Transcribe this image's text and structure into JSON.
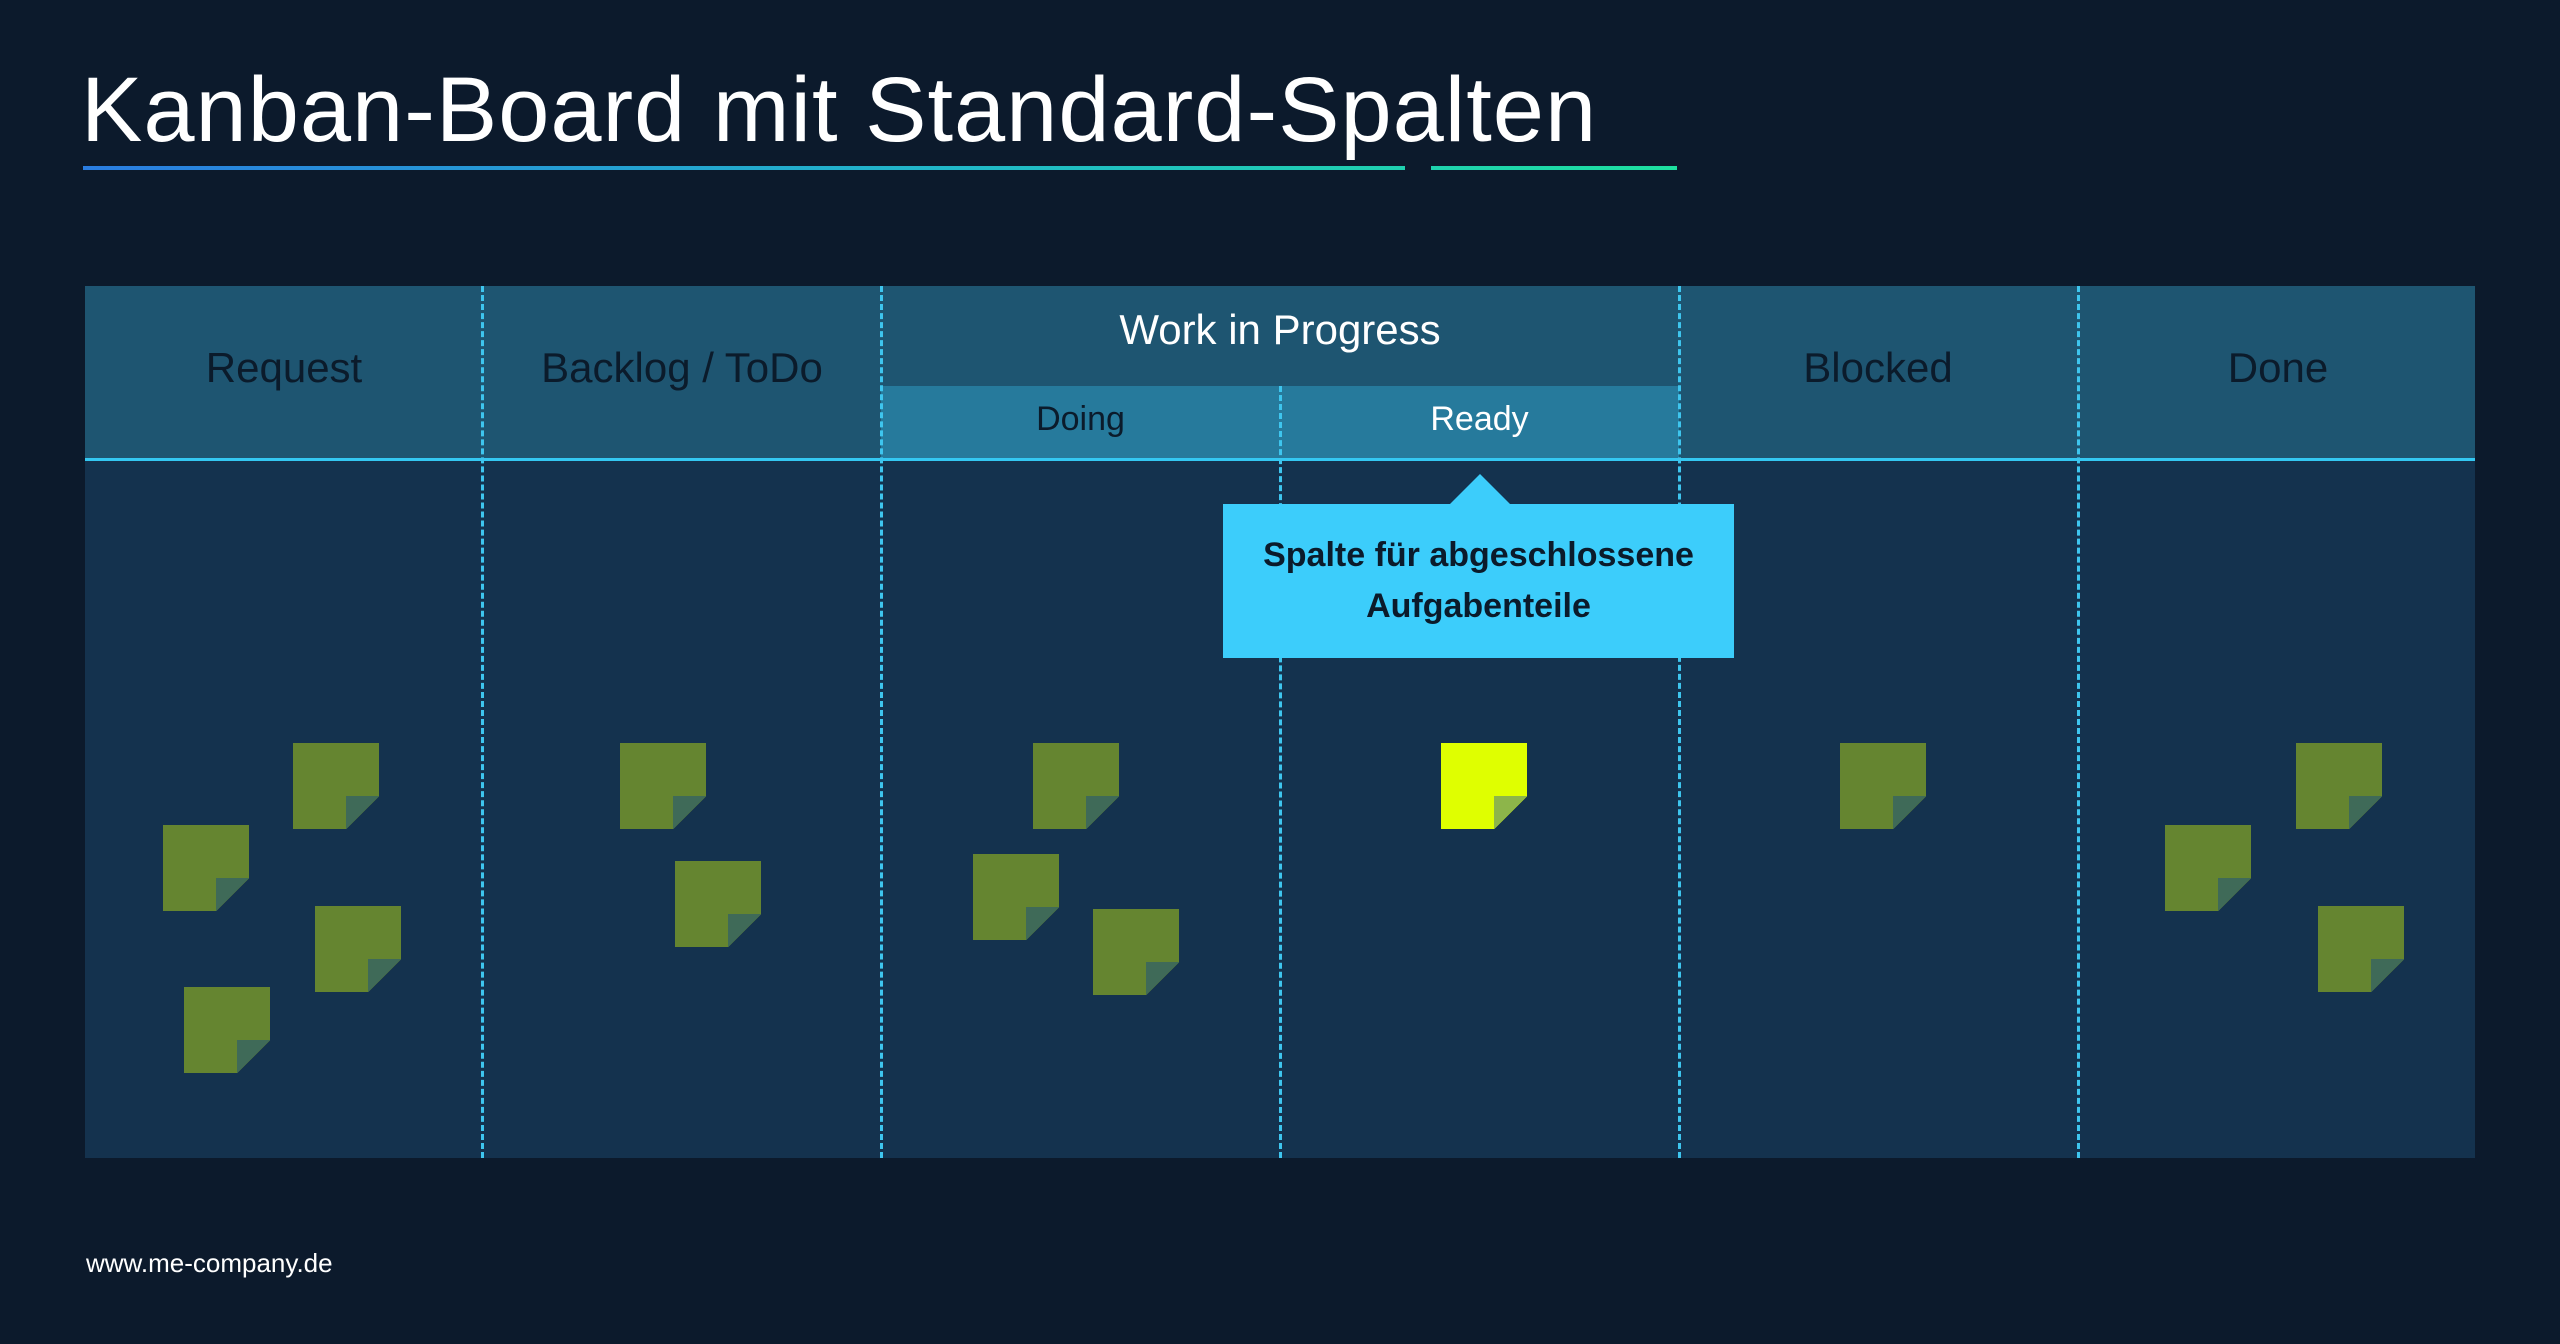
{
  "title": "Kanban-Board mit Standard-Spalten",
  "board": {
    "columns": [
      "Request",
      "Backlog / ToDo",
      "Blocked",
      "Done"
    ],
    "wip_group": {
      "label": "Work in Progress",
      "subcolumns": [
        "Doing",
        "Ready"
      ]
    }
  },
  "callout": {
    "line1": "Spalte für abgeschlossene",
    "line2": "Aufgabenteile"
  },
  "colors": {
    "background": "#0c1a2c",
    "board": "#14324e",
    "header": "#1e5571",
    "subheader": "#267a9c",
    "accent": "#3ccdfb",
    "note": "#658530",
    "note_highlight": "#dfff00"
  },
  "cards": {
    "request": 4,
    "backlog_todo": 2,
    "doing": 3,
    "ready": 1,
    "blocked": 1,
    "done": 3,
    "highlighted_column": "Ready"
  },
  "footer": "www.me-company.de"
}
